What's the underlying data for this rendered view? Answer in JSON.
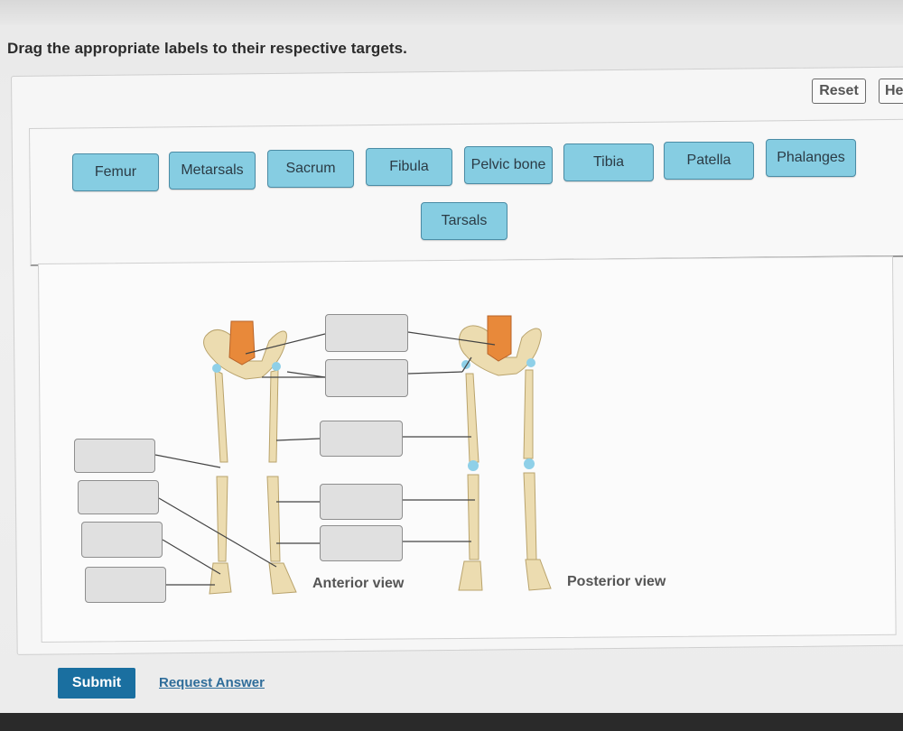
{
  "instructions": "Drag the appropriate labels to their respective targets.",
  "toolbar": {
    "reset_label": "Reset",
    "help_label": "He"
  },
  "labels": [
    "Femur",
    "Metarsals",
    "Sacrum",
    "Fibula",
    "Pelvic bone",
    "Tibia",
    "Patella",
    "Phalanges",
    "Tarsals"
  ],
  "views": {
    "anterior": "Anterior view",
    "posterior": "Posterior view"
  },
  "actions": {
    "submit_label": "Submit",
    "request_label": "Request Answer"
  },
  "colors": {
    "chip": "#86cde2",
    "chip_border": "#4b8ca5",
    "submit": "#1a6fa0",
    "bone": "#ecdcb0",
    "sacrum": "#e8893a",
    "joint": "#8fd0e8"
  }
}
